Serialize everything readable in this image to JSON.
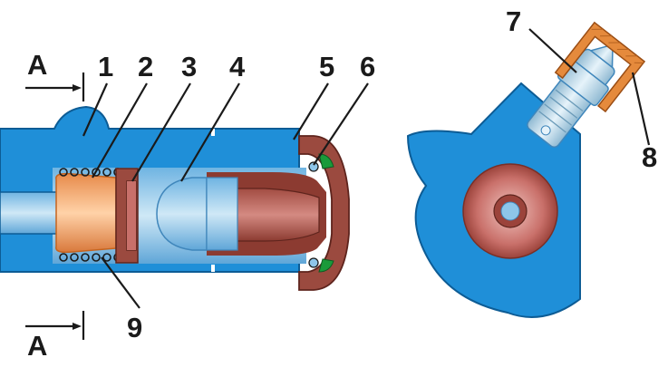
{
  "section_marks": {
    "top": "A",
    "bottom": "A"
  },
  "callouts": {
    "c1": "1",
    "c2": "2",
    "c3": "3",
    "c4": "4",
    "c5": "5",
    "c6": "6",
    "c7": "7",
    "c8": "8",
    "c9": "9"
  },
  "colors": {
    "housing": "#1f8fd8",
    "housing_outline": "#0d5c95",
    "piston_body": "#c8706a",
    "piston_dark": "#7a2f26",
    "seal_ring": "#1a9a3a",
    "spring_seat": "#f0a060",
    "bleeder_cap": "#e58a3c",
    "bleeder_metal": "#b9d6e6",
    "bore": "#8ec6ea"
  }
}
